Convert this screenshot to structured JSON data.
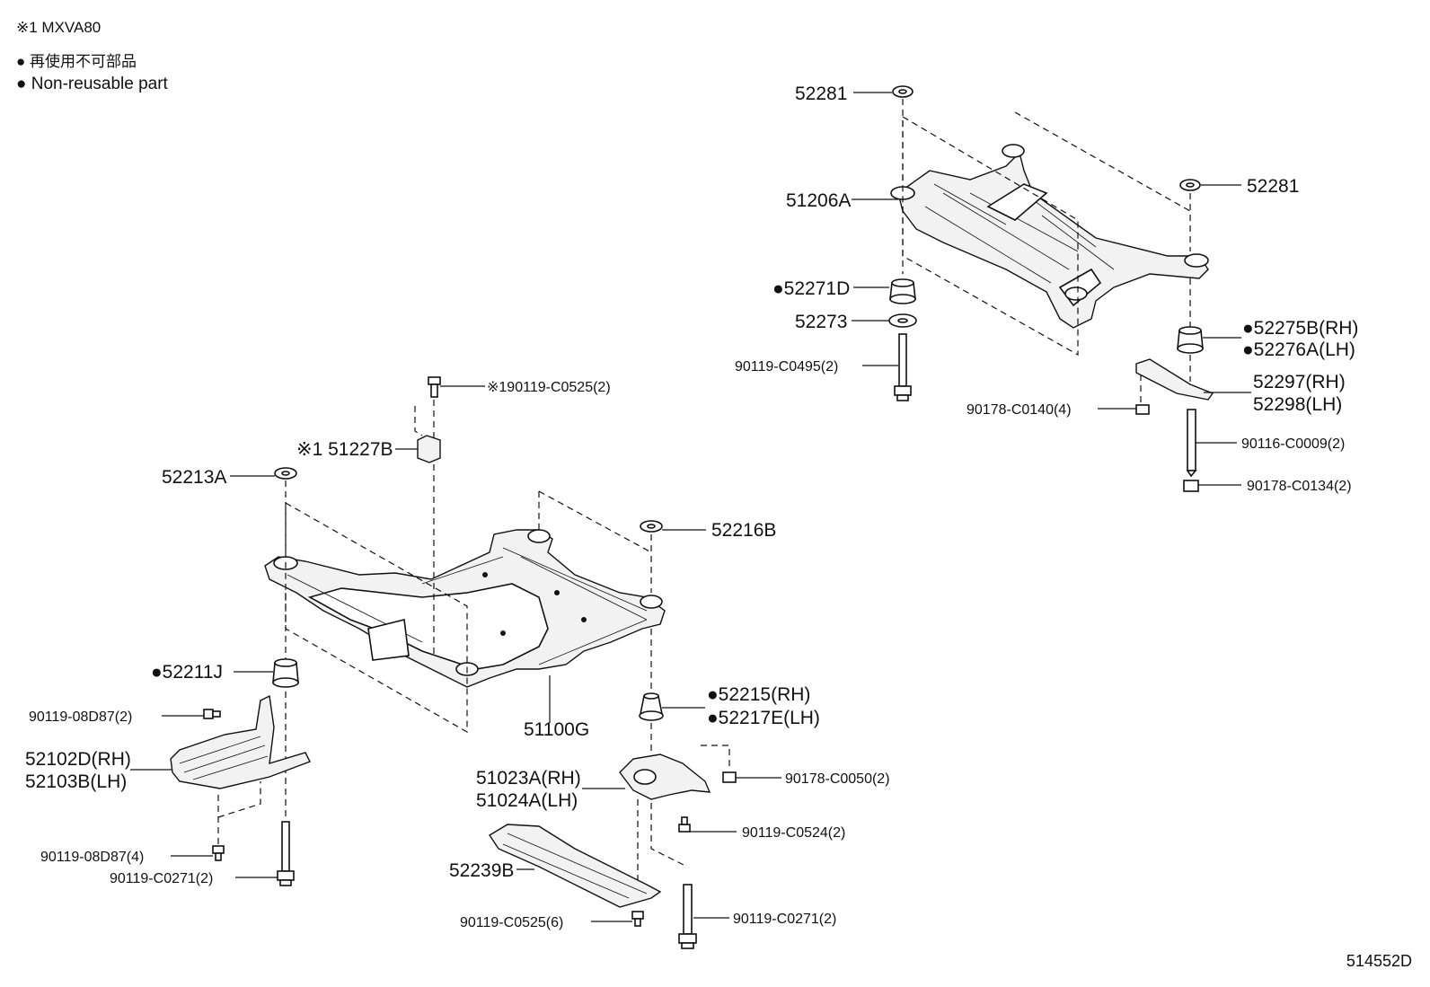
{
  "notes": {
    "model_note": "※1 MXVA80",
    "jp_legend": "● 再使用不可部品",
    "en_legend": "● Non-reusable part"
  },
  "diagram_id": "514552D",
  "part_labels": {
    "p52281_top": "52281",
    "p51206A": "51206A",
    "p52281_right": "52281",
    "p52271D": "●52271D",
    "p52273": "52273",
    "p52275B_RH": "●52275B(RH)",
    "p52276A_LH": "●52276A(LH)",
    "p90119_C0495": "90119-C0495(2)",
    "p52297_RH": "52297(RH)",
    "p52298_LH": "52298(LH)",
    "p90178_C0140": "90178-C0140(4)",
    "p90116_C0009": "90116-C0009(2)",
    "p90178_C0134": "90178-C0134(2)",
    "p90119_C0525_top": "※190119-C0525(2)",
    "p51227B": "※1 51227B",
    "p52213A": "52213A",
    "p52216B": "52216B",
    "p52211J": "●52211J",
    "p90119_08D87_2": "90119-08D87(2)",
    "p52102D_RH": "52102D(RH)",
    "p52103B_LH": "52103B(LH)",
    "p90119_08D87_4": "90119-08D87(4)",
    "p90119_C0271_left": "90119-C0271(2)",
    "p51100G": "51100G",
    "p52215_RH": "●52215(RH)",
    "p52217E_LH": "●52217E(LH)",
    "p51023A_RH": "51023A(RH)",
    "p51024A_LH": "51024A(LH)",
    "p90178_C0050": "90178-C0050(2)",
    "p90119_C0524": "90119-C0524(2)",
    "p52239B": "52239B",
    "p90119_C0525_bottom": "90119-C0525(6)",
    "p90119_C0271_right": "90119-C0271(2)"
  },
  "icons": [
    "washer-icon",
    "bushing-icon",
    "bolt-icon",
    "nut-icon",
    "stopper-icon",
    "bracket-icon"
  ]
}
